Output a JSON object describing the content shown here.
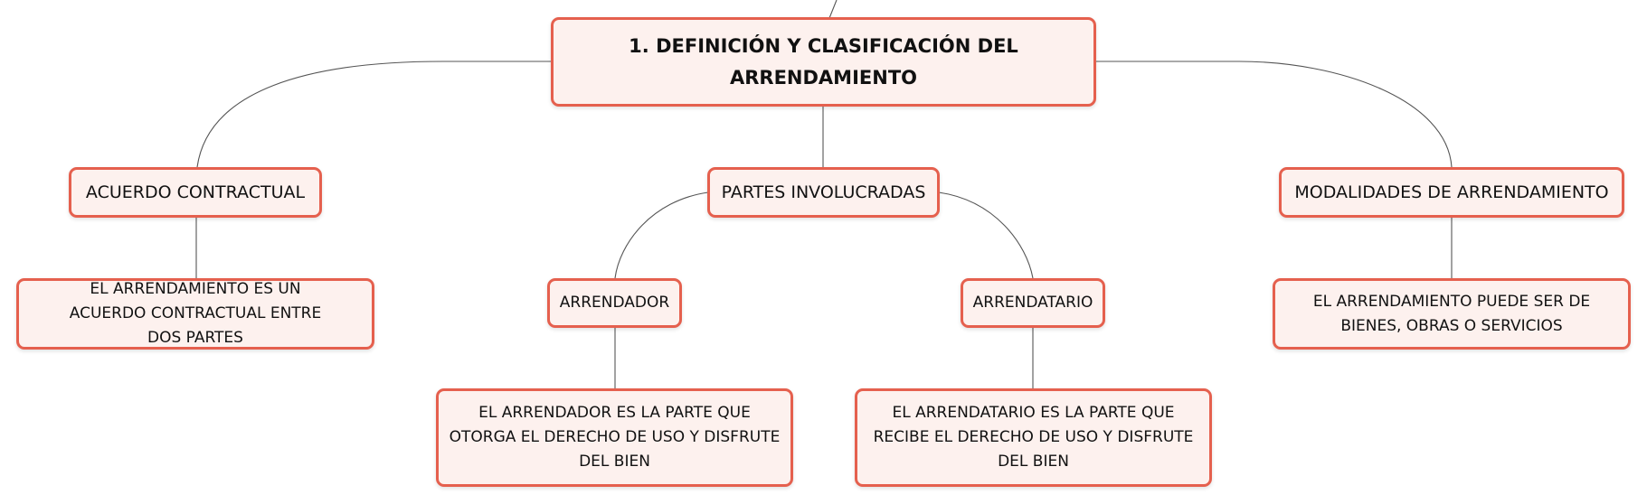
{
  "colors": {
    "node_border": "#e5604e",
    "node_fill": "#fdf1ee",
    "connector": "#555555",
    "text": "#111111"
  },
  "nodes": {
    "root": "1. DEFINICIÓN Y CLASIFICACIÓN DEL ARRENDAMIENTO",
    "acuerdo": "ACUERDO CONTRACTUAL",
    "acuerdo_detail": "EL ARRENDAMIENTO ES UN ACUERDO CONTRACTUAL ENTRE DOS PARTES",
    "partes": "PARTES INVOLUCRADAS",
    "arrendador": "ARRENDADOR",
    "arrendador_detail": "EL ARRENDADOR ES LA PARTE QUE OTORGA EL DERECHO DE USO Y DISFRUTE DEL BIEN",
    "arrendatario": "ARRENDATARIO",
    "arrendatario_detail": "EL ARRENDATARIO ES LA PARTE QUE RECIBE EL DERECHO DE USO Y DISFRUTE DEL BIEN",
    "modalidades": "MODALIDADES DE ARRENDAMIENTO",
    "modalidades_detail": "EL ARRENDAMIENTO PUEDE SER DE BIENES, OBRAS O SERVICIOS"
  }
}
